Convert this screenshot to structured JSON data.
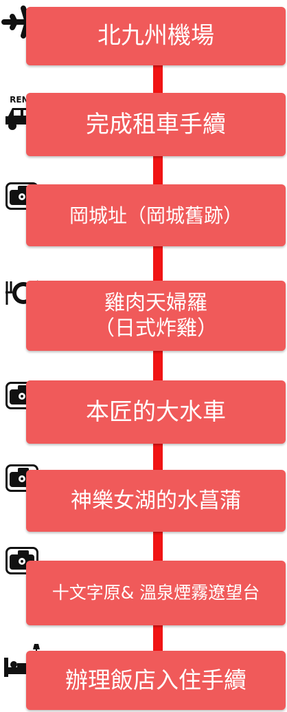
{
  "steps": [
    {
      "icon": "airplane-icon",
      "label": "北九州機場"
    },
    {
      "icon": "rent-car-icon",
      "icon_text": "RENT",
      "label": "完成租車手續"
    },
    {
      "icon": "camera-icon",
      "label": "岡城址（岡城舊跡）"
    },
    {
      "icon": "dining-icon",
      "label_line1": "雞肉天婦羅",
      "label_line2": "（日式炸雞）"
    },
    {
      "icon": "camera-icon",
      "label": "本匠的大水車"
    },
    {
      "icon": "camera-icon",
      "label": "神樂女湖的水菖蒲"
    },
    {
      "icon": "camera-icon",
      "label": "十文字原& 溫泉煙霧遼望台"
    },
    {
      "icon": "hotel-bed-icon",
      "label": "辦理飯店入住手續"
    }
  ],
  "colors": {
    "box": "#f05a5a",
    "connector": "#f01414",
    "text": "#ffffff",
    "icon": "#111111"
  }
}
